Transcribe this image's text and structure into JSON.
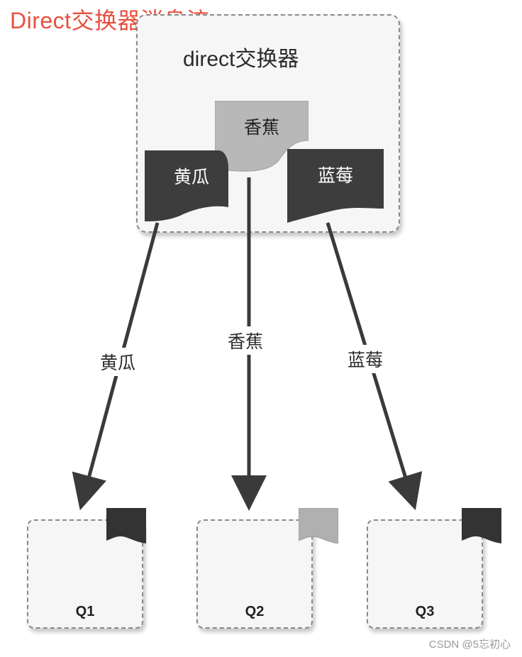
{
  "title": "Direct交换器消息流",
  "exchange": {
    "label": "direct交换器"
  },
  "routing_keys": [
    {
      "label": "黄瓜",
      "color": "#3d3d3d"
    },
    {
      "label": "香蕉",
      "color": "#b8b8b8"
    },
    {
      "label": "蓝莓",
      "color": "#3d3d3d"
    }
  ],
  "edges": [
    {
      "label": "黄瓜",
      "to": "Q1"
    },
    {
      "label": "香蕉",
      "to": "Q2"
    },
    {
      "label": "蓝莓",
      "to": "Q3"
    }
  ],
  "queues": [
    {
      "label": "Q1",
      "message_color": "#333333"
    },
    {
      "label": "Q2",
      "message_color": "#b0b0b0"
    },
    {
      "label": "Q3",
      "message_color": "#333333"
    }
  ],
  "watermark": "CSDN @5忘初心"
}
